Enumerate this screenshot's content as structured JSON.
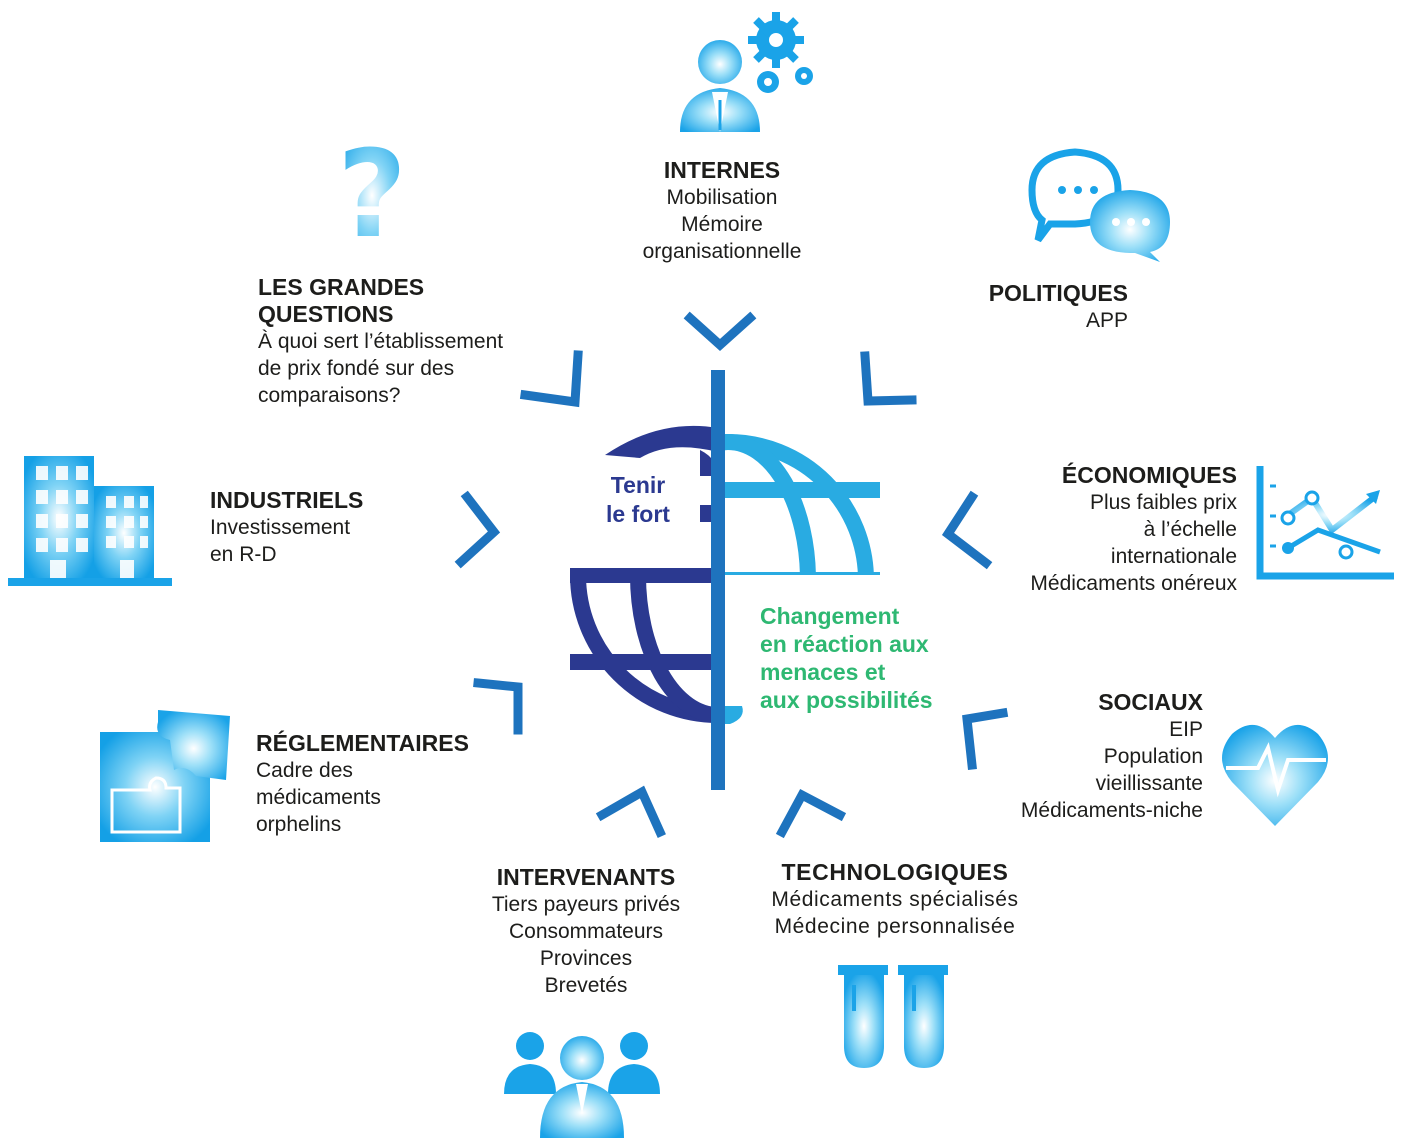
{
  "colors": {
    "accent": "#1e73be",
    "navy": "#2b3990",
    "cyan": "#29abe2",
    "green": "#2eb872",
    "icon_light": "#e8f8ff",
    "icon_blue": "#1aa3e8"
  },
  "center": {
    "left_label": [
      "Tenir",
      "le fort"
    ],
    "right_label": [
      "Changement",
      "en réaction aux",
      "menaces et",
      "aux possibilités"
    ]
  },
  "factors": {
    "internes": {
      "title": "INTERNES",
      "lines": [
        "Mobilisation",
        "Mémoire",
        "organisationnelle"
      ],
      "icon": "person-gears-icon"
    },
    "politiques": {
      "title": "POLITIQUES",
      "lines": [
        "APP"
      ],
      "icon": "speech-bubbles-icon"
    },
    "economiques": {
      "title": "ÉCONOMIQUES",
      "lines": [
        "Plus faibles prix",
        "à l’échelle",
        "internationale",
        "Médicaments onéreux"
      ],
      "icon": "growth-chart-icon"
    },
    "sociaux": {
      "title": "SOCIAUX",
      "lines": [
        "EIP",
        "Population",
        "vieillissante",
        "Médicaments-niche"
      ],
      "icon": "heart-pulse-icon"
    },
    "technologiques": {
      "title": "TECHNOLOGIQUES",
      "lines": [
        "Médicaments spécialisés",
        "Médecine personnalisée"
      ],
      "icon": "test-tubes-icon"
    },
    "intervenants": {
      "title": "INTERVENANTS",
      "lines": [
        "Tiers payeurs privés",
        "Consommateurs",
        "Provinces",
        "Brevetés"
      ],
      "icon": "people-group-icon"
    },
    "reglementaires": {
      "title": "RÉGLEMENTAIRES",
      "lines": [
        "Cadre des",
        "médicaments",
        "orphelins"
      ],
      "icon": "puzzle-icon"
    },
    "industriels": {
      "title": "INDUSTRIELS",
      "lines": [
        "Investissement",
        "en R-D"
      ],
      "icon": "buildings-icon"
    },
    "questions": {
      "title_lines": [
        "LES GRANDES",
        "QUESTIONS"
      ],
      "lines": [
        "À quoi sert l’établissement",
        "de prix fondé sur des",
        "comparaisons?"
      ],
      "icon": "question-mark-icon"
    }
  }
}
